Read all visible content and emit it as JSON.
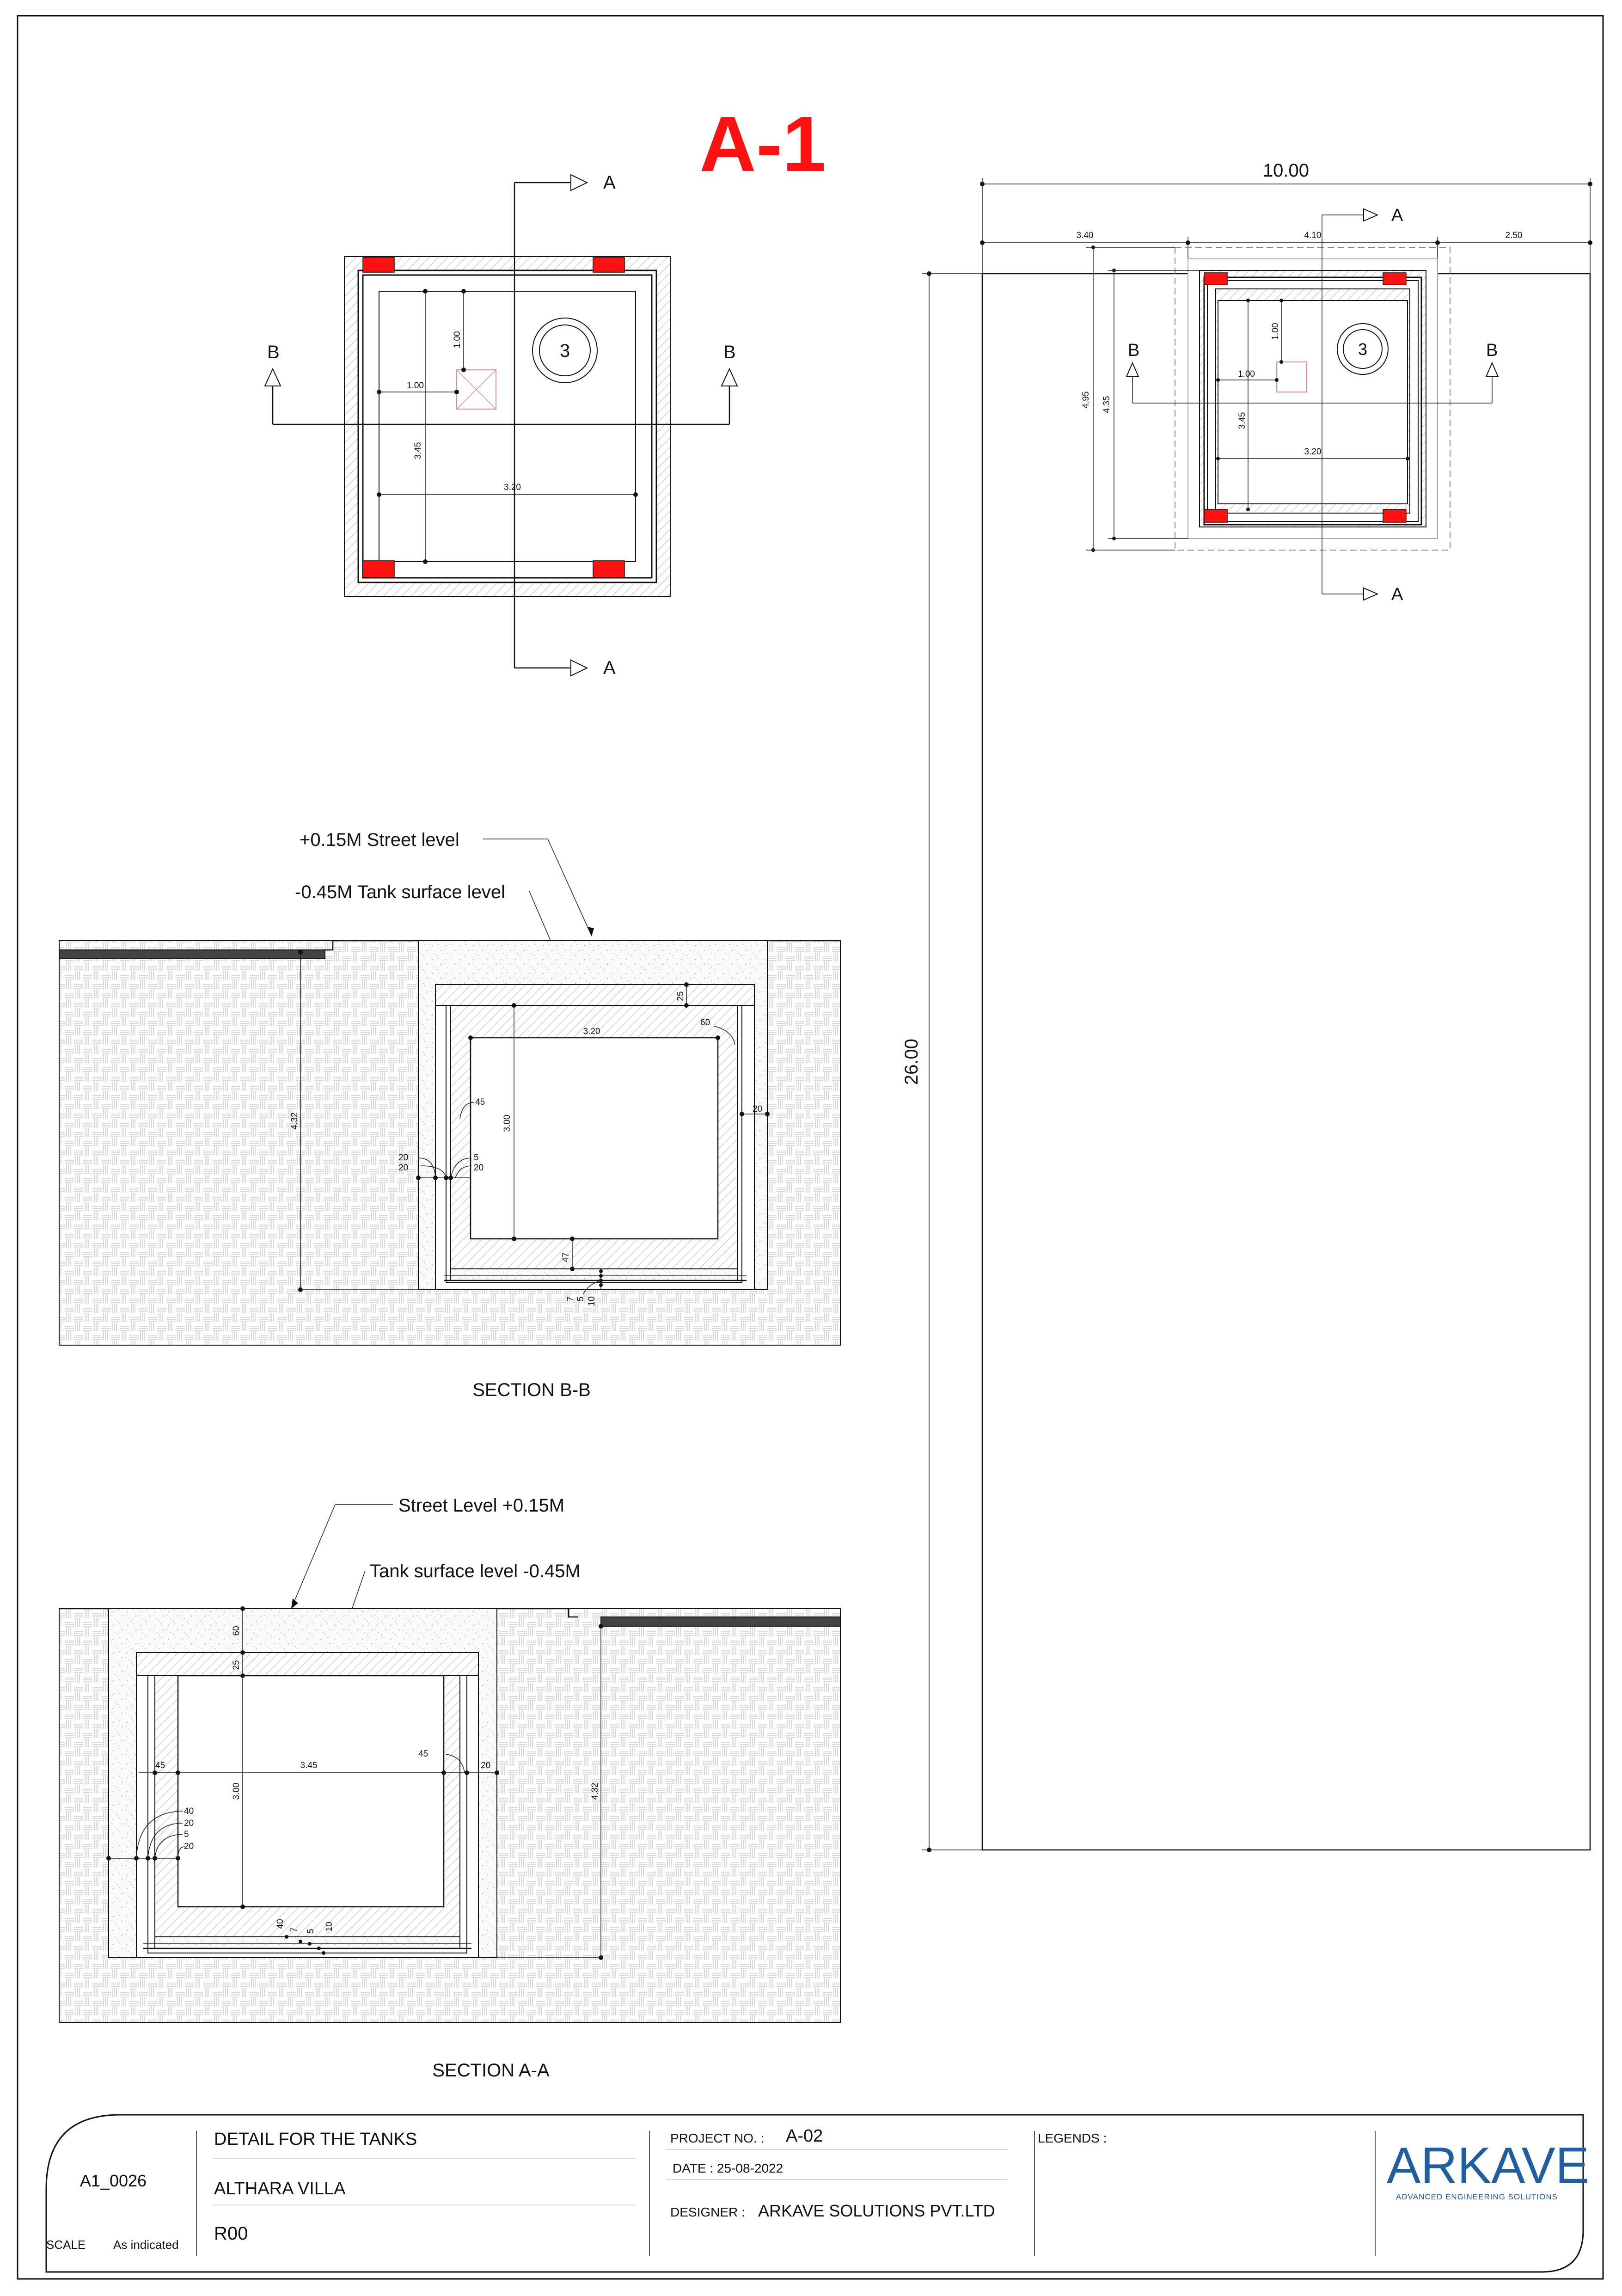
{
  "sheet_title": "A-1",
  "plan_view": {
    "section_markers": [
      "A",
      "A",
      "B",
      "B"
    ],
    "manhole_label": "3",
    "dims": {
      "offset_y": "1.00",
      "offset_x": "1.00",
      "depth": "3.45",
      "width": "3.20"
    }
  },
  "site_plan": {
    "overall_width": "10.00",
    "segments": [
      "3.40",
      "4.10",
      "2.50"
    ],
    "overall_height": "26.00",
    "vertical_dims": [
      "4.95",
      "4.35",
      "3.45"
    ],
    "inner_dims": {
      "offset_y": "1.00",
      "offset_x": "1.00",
      "width": "3.20"
    },
    "section_markers": [
      "A",
      "A",
      "B",
      "B"
    ],
    "manhole_label": "3"
  },
  "section_bb": {
    "title": "SECTION B-B",
    "callout_street": "+0.15M   Street level",
    "callout_tank": "-0.45M   Tank surface level",
    "dims": {
      "slab": "25",
      "slab_top": "60",
      "width": "3.20",
      "height": "3.00",
      "depth": "4.32",
      "wall_hatch": "45",
      "wall_side": "20",
      "layers_left": [
        "20",
        "20"
      ],
      "layers_right": [
        "5",
        "20"
      ],
      "base": "47",
      "base_layers": [
        "7",
        "5",
        "10"
      ]
    }
  },
  "section_aa": {
    "title": "SECTION A-A",
    "callout_street": "Street Level   +0.15M",
    "callout_tank": "Tank surface level   -0.45M",
    "dims": {
      "slab_top": "60",
      "slab": "25",
      "width": "3.45",
      "height": "3.00",
      "depth": "4.32",
      "wall_left": "45",
      "wall_right": "45",
      "wall_side": "20",
      "layers": [
        "40",
        "20",
        "5",
        "20"
      ],
      "base_layers": [
        "40",
        "7",
        "5",
        "10"
      ]
    }
  },
  "title_block": {
    "drawing_no": "A1_0026",
    "scale_label": "SCALE",
    "scale_value": "As indicated",
    "title": "DETAIL FOR THE TANKS",
    "project": "ALTHARA VILLA",
    "revision": "R00",
    "project_no_label": "PROJECT NO. :",
    "project_no": "A-02",
    "date": "DATE : 25-08-2022",
    "designer_label": "DESIGNER :",
    "designer": "ARKAVE SOLUTIONS PVT.LTD",
    "legends_label": "LEGENDS :",
    "logo_text": "ARKAVE",
    "logo_tagline": "ADVANCED ENGINEERING SOLUTIONS"
  },
  "colors": {
    "accent": "#ff1111",
    "logo": "#1f5fa0",
    "line": "#111111"
  }
}
